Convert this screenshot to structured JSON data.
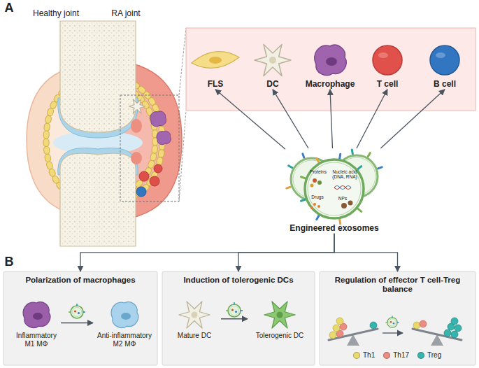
{
  "diagram": {
    "nodes": [
      {
        "text": [
          "FLS"
        ]
      },
      {
        "text": [
          "DC"
        ]
      },
      {
        "text": [
          "Macrophage"
        ]
      },
      {
        "text": [
          "T cell"
        ]
      },
      {
        "text": [
          "B cell"
        ]
      },
      {
        "text": [
          "Engineered exosomes"
        ]
      },
      {
        "text": [
          "Polarization of macrophages"
        ]
      },
      {
        "text": [
          "Inflammatory M1 MΦ"
        ],
        "in": 6
      },
      {
        "text": [
          "Anti-inflammatory M2 MΦ"
        ],
        "in": 6
      },
      {
        "text": [
          "Induction of tolerogenic DCs"
        ]
      },
      {
        "text": [
          "Mature DC"
        ],
        "in": 9
      },
      {
        "text": [
          "Tolerogenic DC"
        ],
        "in": 9
      },
      {
        "text": [
          "Regulation of effector T cell-Treg balance"
        ]
      }
    ],
    "edges": [
      {
        "from": 5,
        "to": 0,
        "arrow": "to"
      },
      {
        "from": 5,
        "to": 1,
        "arrow": "to"
      },
      {
        "from": 5,
        "to": 2,
        "arrow": "to"
      },
      {
        "from": 5,
        "to": 3,
        "arrow": "to"
      },
      {
        "from": 5,
        "to": 4,
        "arrow": "to"
      },
      {
        "from": 5,
        "to": 6,
        "arrow": "to"
      },
      {
        "from": 5,
        "to": 9,
        "arrow": "to"
      },
      {
        "from": 5,
        "to": 12,
        "arrow": "to"
      },
      {
        "from": 7,
        "to": 8,
        "arrow": "to"
      },
      {
        "from": 10,
        "to": 11,
        "arrow": "to"
      }
    ],
    "labels": [
      "A",
      "Healthy joint",
      "RA joint",
      "Proteins",
      "Nucleic acid (DNA, RNA)",
      "Drugs",
      "NPs",
      "B"
    ],
    "legend": [
      {
        "text": "Th1",
        "color": "#e9d96b"
      },
      {
        "text": "Th17",
        "color": "#ec8b80"
      },
      {
        "text": "Treg",
        "color": "#35b5ad"
      }
    ]
  }
}
